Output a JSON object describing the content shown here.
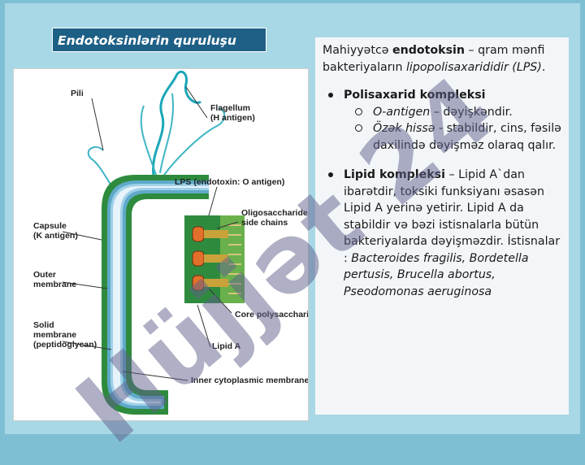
{
  "slide": {
    "title": "Endotoksinlərin quruluşu",
    "watermark": "Hüjjət 24"
  },
  "figure": {
    "labels": {
      "pili": "Pili",
      "flagellum_1": "Flagellum",
      "flagellum_2": "(H antigen)",
      "lps": "LPS (endotoxin: O antigen)",
      "oligo_1": "Oligosaccharide",
      "oligo_2": "side chains",
      "capsule_1": "Capsule",
      "capsule_2": "(K antigen)",
      "outer_1": "Outer",
      "outer_2": "membrane",
      "core": "Core polysaccharide",
      "solid_1": "Solid",
      "solid_2": "membrane",
      "solid_3": "(peptidoglycan)",
      "lipid_a": "Lipid A",
      "inner": "Inner cytoplasmic membrane"
    }
  },
  "panel": {
    "intro_a": "Mahiyyətcə ",
    "intro_b": "endotoksin",
    "intro_c": " – qram mənfi bakteriyaların ",
    "intro_d": "lipopolisaxarididir (LPS)",
    "intro_e": ".",
    "b1": "Polisaxarid kompleksi",
    "s1_a": "O-antigen",
    "s1_b": " – dəyişkəndir.",
    "s2_a": "Özək hissə",
    "s2_b": " - stabildir, cins, fəsilə daxilində dəyişməz olaraq qalır.",
    "b2_a": "Lipid kompleksi",
    "b2_b": " – Lipid A`dan ibarətdir, toksiki funksiyanı əsasən Lipid A  yerinə yetirir. Lipid A da stabildir və bəzi istisnalarla bütün bakteriyalarda dəyişməzdir. İstisnalar : ",
    "b2_c": "Bacteroides fragilis, Bordetella pertusis, Brucella abortus, Pseodomonas aeruginosa"
  },
  "colors": {
    "title_bg": "#1e5f86",
    "capsule": "#2e8b3e",
    "outer": "#5fa9c9",
    "inner": "#c3dff0",
    "oligo_head": "#e0702a"
  }
}
